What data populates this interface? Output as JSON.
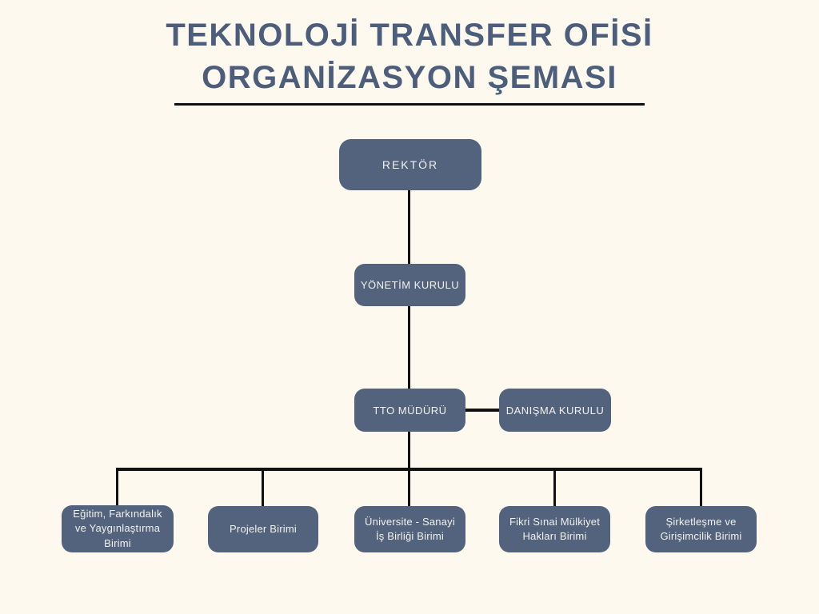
{
  "title": {
    "line1": "TEKNOLOJİ TRANSFER OFİSİ",
    "line2": "ORGANİZASYON ŞEMASI"
  },
  "colors": {
    "background": "#fdf9ef",
    "box_fill": "#53637e",
    "box_text": "#f2f1ee",
    "title_text": "#4d5e7c",
    "line": "#111111"
  },
  "org_chart": {
    "nodes": [
      {
        "id": "rektor",
        "label": "REKTÖR",
        "reports_to": null
      },
      {
        "id": "yonetim-kurulu",
        "label": "YÖNETİM KURULU",
        "reports_to": "rektor"
      },
      {
        "id": "tto-muduru",
        "label": "TTO MÜDÜRÜ",
        "reports_to": "yonetim-kurulu"
      },
      {
        "id": "danisma-kurulu",
        "label": "DANIŞMA KURULU",
        "reports_to": "tto-muduru"
      },
      {
        "id": "egitim-birimi",
        "label": "Eğitim, Farkındalık ve Yaygınlaştırma Birimi",
        "reports_to": "tto-muduru"
      },
      {
        "id": "projeler-birimi",
        "label": "Projeler Birimi",
        "reports_to": "tto-muduru"
      },
      {
        "id": "universite-sanayi-birimi",
        "label": "Üniversite - Sanayi İş Birliği Birimi",
        "reports_to": "tto-muduru"
      },
      {
        "id": "fikri-sinai-birimi",
        "label": "Fikri Sınai Mülkiyet Hakları Birimi",
        "reports_to": "tto-muduru"
      },
      {
        "id": "sirketlesme-birimi",
        "label": "Şirketleşme ve Girişimcilik Birimi",
        "reports_to": "tto-muduru"
      }
    ]
  }
}
